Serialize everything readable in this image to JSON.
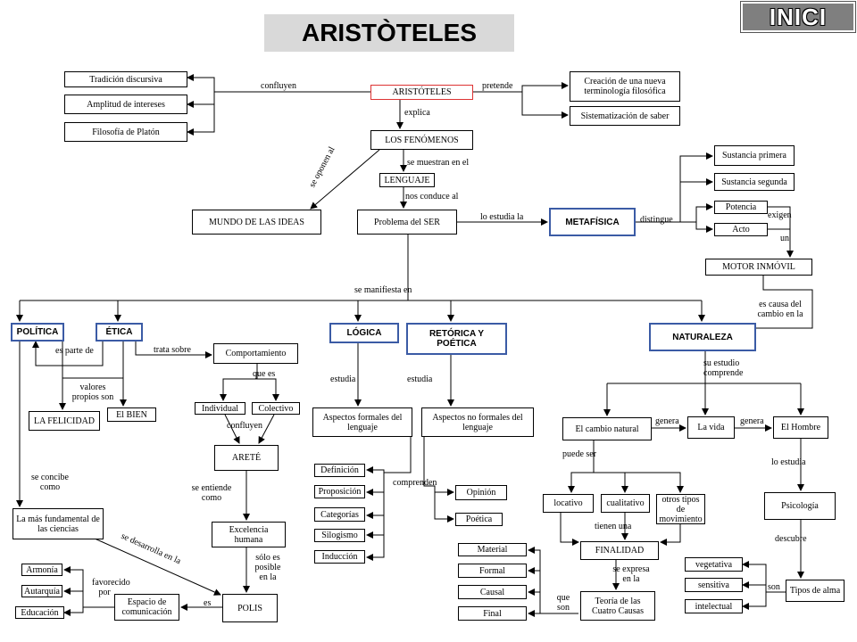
{
  "title": "ARISTÒTELES",
  "home_button": "INICI",
  "colors": {
    "accent_blue": "#3b5ba5",
    "accent_red": "#dd3333",
    "title_bg": "#d9d9d9"
  },
  "nodes": {
    "tradicion": "Tradición discursiva",
    "amplitud": "Amplitud de intereses",
    "filosofia_platon": "Filosofía de Platón",
    "aristoteles": "ARISTÓTELES",
    "creacion": "Creación  de una nueva terminología filosófica",
    "sistematizacion": "Sistematización de saber",
    "fenomenos": "LOS FENÓMENOS",
    "lenguaje": "LENGUAJE",
    "mundo_ideas": "MUNDO DE LAS IDEAS",
    "problema_ser": "Problema del SER",
    "metafisica": "METAFÍSICA",
    "sustancia_primera": "Sustancia primera",
    "sustancia_segunda": "Sustancia segunda",
    "potencia": "Potencia",
    "acto": "Acto",
    "motor_inmovil": "MOTOR INMÓVIL",
    "politica": "POLÍTICA",
    "etica": "ÉTICA",
    "logica": "LÓGICA",
    "retorica": "RETÓRICA Y POÉTICA",
    "naturaleza": "NATURALEZA",
    "felicidad": "LA FELICIDAD",
    "bien": "El BIEN",
    "comportamiento": "Comportamiento",
    "individual": "Individual",
    "colectivo": "Colectivo",
    "arete": "ARETÉ",
    "excelencia": "Excelencia humana",
    "polis": "POLIS",
    "espacio": "Espacio de comunicación",
    "armonia": "Armonía",
    "autarquia": "Autarquía",
    "educacion": "Educación",
    "mas_fundamental": "La más fundamental de las ciencias",
    "aspectos_formales": "Aspectos formales del lenguaje",
    "aspectos_no_formales": "Aspectos no formales del lenguaje",
    "definicion": "Definición",
    "proposicion": "Proposición",
    "categorias": "Categorías",
    "silogismo": "Silogismo",
    "induccion": "Inducción",
    "opinion": "Opinión",
    "poetica": "Poética",
    "material": "Material",
    "formal": "Formal",
    "causal": "Causal",
    "final": "Final",
    "cambio_natural": "El cambio natural",
    "la_vida": "La vida",
    "el_hombre": "El Hombre",
    "locativo": "locativo",
    "cualitativo": "cualitativo",
    "otros_tipos": "otros tipos de movimiento",
    "finalidad": "FINALIDAD",
    "teoria_causas": "Teoría de las Cuatro Causas",
    "psicologia": "Psicología",
    "tipos_alma": "Tipos de alma",
    "vegetativa": "vegetativa",
    "sensitiva": "sensitiva",
    "intelectual": "intelectual"
  },
  "labels": {
    "confluyen": "confluyen",
    "pretende": "pretende",
    "explica": "explica",
    "se_muestran": "se muestran en el",
    "nos_conduce": "nos conduce al",
    "se_oponen": "se oponen al",
    "lo_estudia": "lo estudia la",
    "distingue": "distingue",
    "exigen": "exigen",
    "un": "un",
    "es_causa": "es causa del cambio en la",
    "se_manifiesta": "se manifiesta  en",
    "es_parte": "es parte de",
    "trata_sobre": "trata sobre",
    "valores": "valores propios son",
    "que_es": "que es",
    "confluyen2": "confluyen",
    "se_entiende": "se entiende como",
    "solo_es": "sólo es posible en la",
    "es": "es",
    "favorecido": "favorecido por",
    "se_desarrolla": "se desarrolla en la",
    "se_concibe": "se concibe como",
    "estudia1": "estudia",
    "estudia2": "estudia",
    "comprenden": "comprenden",
    "su_estudio": "su estudio comprende",
    "genera1": "genera",
    "genera2": "genera",
    "puede_ser": "puede ser",
    "tienen_una": "tienen una",
    "se_expresa": "se expresa en la",
    "que_son": "que son",
    "lo_estudia2": "lo estudia",
    "descubre": "descubre",
    "son": "son"
  }
}
